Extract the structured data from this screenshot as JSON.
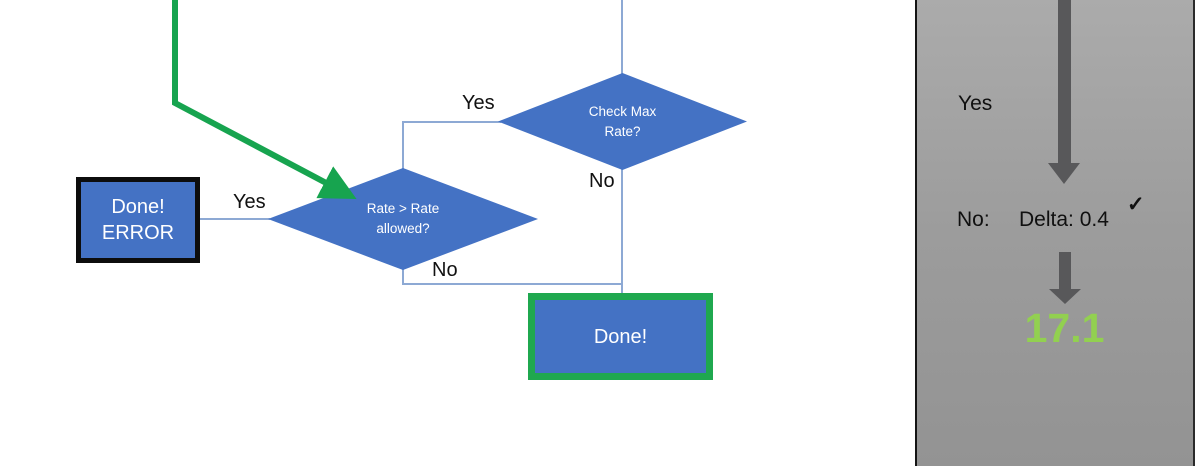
{
  "colors": {
    "shape_fill_blue": "#4472C4",
    "connector_blue": "#8DA9D4",
    "flow_green": "#17A44F",
    "box_border_black": "#0d0d0d",
    "panel_arrow_gray": "#58585A",
    "result_green": "#92D050"
  },
  "flowchart": {
    "check_max": {
      "line1": "Check Max",
      "line2": "Rate?",
      "yes_label": "Yes",
      "no_label": "No"
    },
    "rate": {
      "line1": "Rate > Rate",
      "line2": "allowed?",
      "yes_label": "Yes",
      "no_label": "No"
    },
    "done_error": {
      "line1": "Done!",
      "line2": "ERROR"
    },
    "done": {
      "label": "Done!"
    }
  },
  "panel": {
    "yes_label": "Yes",
    "no_label": "No:",
    "delta_text": "Delta: 0.4",
    "checkmark": "✓",
    "result": "17.1"
  }
}
